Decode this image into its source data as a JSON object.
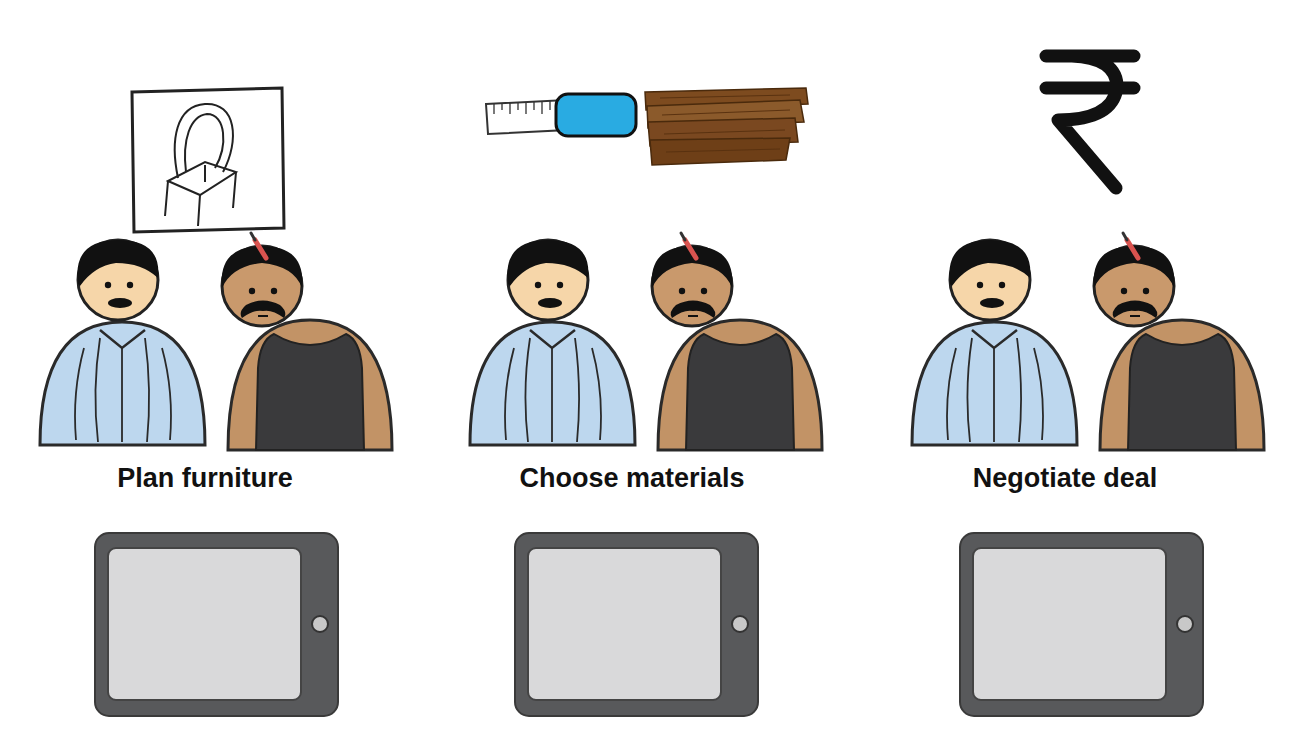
{
  "diagram": {
    "labels": [
      "Plan furniture",
      "Choose materials",
      "Negotiate deal"
    ]
  }
}
